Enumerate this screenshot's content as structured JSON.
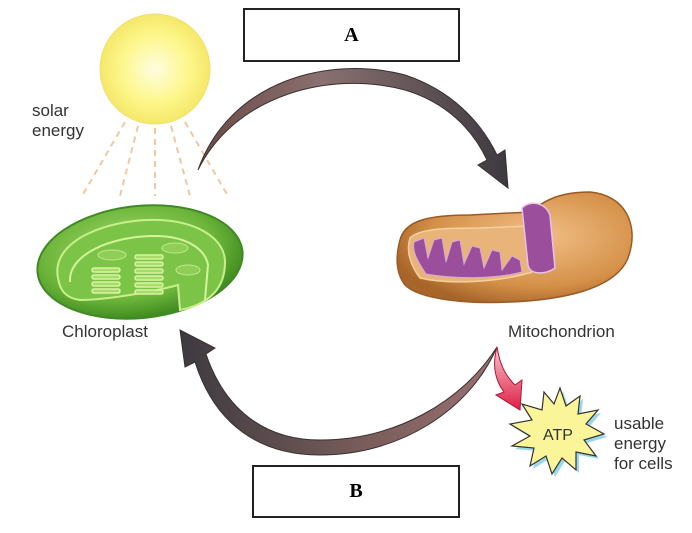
{
  "title": "Energy flow between chloroplast and mitochondrion",
  "labels": {
    "solar_energy": [
      "solar",
      "energy"
    ],
    "chloroplast": "Chloroplast",
    "mitochondrion": "Mitochondrion",
    "atp": "ATP",
    "usable_energy": [
      "usable",
      "energy",
      "for cells"
    ]
  },
  "answer_boxes": {
    "top": "A",
    "bottom": "B"
  },
  "colors": {
    "sun": "#fbf28a",
    "chloroplast": "#6fb83c",
    "mitochondrion_outer": "#d9964e",
    "mitochondrion_inner": "#9b4e9c",
    "arrow": "#5a4a4a",
    "atp_arrow": "#e0284a",
    "atp_burst": "#fbf59a"
  }
}
